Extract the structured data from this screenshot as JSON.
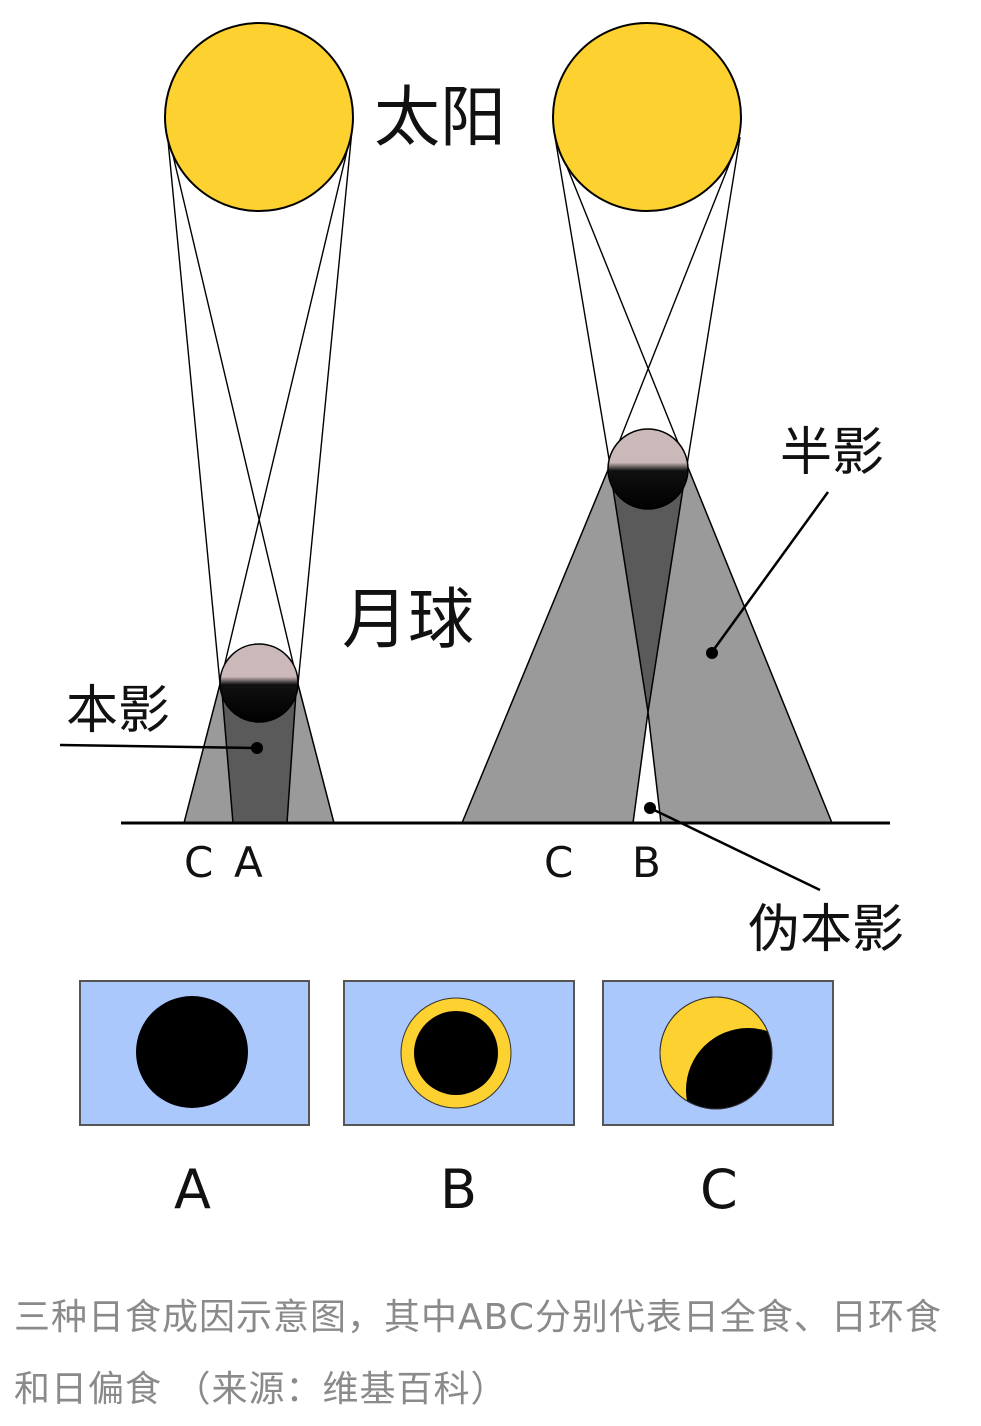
{
  "labels": {
    "sun": "太阳",
    "moon": "月球",
    "umbra": "本影",
    "penumbra": "半影",
    "antumbra": "伪本影"
  },
  "ground_points": {
    "left_c": "C",
    "left_a": "A",
    "right_c": "C",
    "right_b": "B"
  },
  "panels": [
    {
      "letter": "A",
      "eclipse": "total"
    },
    {
      "letter": "B",
      "eclipse": "annular"
    },
    {
      "letter": "C",
      "eclipse": "partial"
    }
  ],
  "caption": "三种日食成因示意图，其中ABC分别代表日全食、日环食和日偏食 （来源：维基百科）",
  "colors": {
    "sun": "#fdd12f",
    "sky": "#aac8fb",
    "moon_lit": "#cbb8b8",
    "penumbra": "#9a9a9a",
    "umbra": "#5a5a5a",
    "shadow_black": "#000000"
  }
}
